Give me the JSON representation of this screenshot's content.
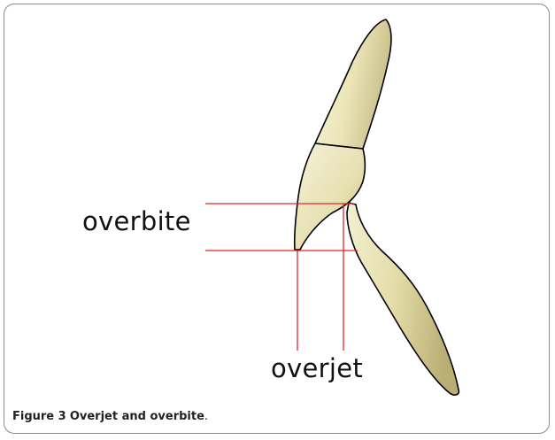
{
  "figure": {
    "label_overbite": "overbite",
    "label_overjet": "overjet",
    "caption_number": "Figure 3",
    "caption_text": "Overjet and overbite",
    "caption_end": "."
  },
  "colors": {
    "tooth_fill": "#e8e0b0",
    "tooth_light": "#f7f3da",
    "tooth_shade": "#c9c08c",
    "outline": "#000000",
    "measure_line": "#e8252a",
    "frame_border": "#8a8a8a"
  }
}
